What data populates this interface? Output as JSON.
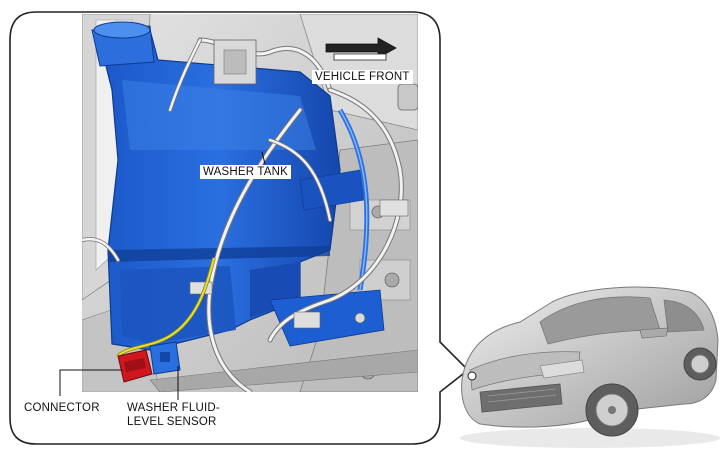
{
  "labels": {
    "vehicle_front": "VEHICLE FRONT",
    "washer_tank": "WASHER TANK",
    "connector": "CONNECTOR",
    "sensor_line1": "WASHER FLUID-",
    "sensor_line2": "LEVEL SENSOR"
  },
  "colors": {
    "tank_blue": "#1f63d6",
    "tank_dark": "#1448a8",
    "tank_light": "#4a8ae8",
    "connector_red": "#d0161f",
    "harness_yellow": "#e6df2c",
    "frame_stroke": "#222222",
    "engine_bay_grey": "#c9c9c9"
  }
}
